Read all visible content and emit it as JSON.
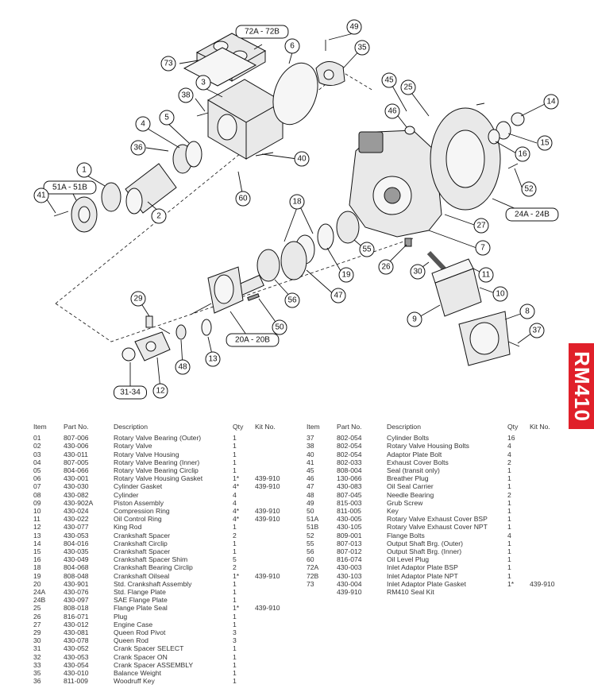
{
  "model_label": "RM410",
  "table_headers": {
    "item": "Item",
    "part_no": "Part No.",
    "description": "Description",
    "qty": "Qty",
    "kit_no": "Kit No."
  },
  "callouts": [
    "72A - 72B",
    "73",
    "6",
    "49",
    "35",
    "3",
    "38",
    "4",
    "5",
    "36",
    "1",
    "51A - 51B",
    "41",
    "2",
    "60",
    "40",
    "45",
    "25",
    "14",
    "46",
    "15",
    "16",
    "52",
    "24A - 24B",
    "27",
    "7",
    "55",
    "18",
    "19",
    "47",
    "56",
    "26",
    "30",
    "11",
    "10",
    "9",
    "8",
    "37",
    "29",
    "50",
    "20A - 20B",
    "13",
    "48",
    "12",
    "31-34"
  ],
  "parts_left": [
    {
      "item": "01",
      "part": "807-006",
      "desc": "Rotary Valve Bearing (Outer)",
      "qty": "1",
      "kit": ""
    },
    {
      "item": "02",
      "part": "430-006",
      "desc": "Rotary Valve",
      "qty": "1",
      "kit": ""
    },
    {
      "item": "03",
      "part": "430-011",
      "desc": "Rotary Valve Housing",
      "qty": "1",
      "kit": ""
    },
    {
      "item": "04",
      "part": "807-005",
      "desc": "Rotary Valve Bearing (Inner)",
      "qty": "1",
      "kit": ""
    },
    {
      "item": "05",
      "part": "804-066",
      "desc": "Rotary Valve Bearing Circlip",
      "qty": "1",
      "kit": ""
    },
    {
      "item": "06",
      "part": "430-001",
      "desc": "Rotary Valve Housing Gasket",
      "qty": "1*",
      "kit": "439-910"
    },
    {
      "item": "07",
      "part": "430-030",
      "desc": "Cylinder Gasket",
      "qty": "4*",
      "kit": "439-910"
    },
    {
      "item": "08",
      "part": "430-082",
      "desc": "Cylinder",
      "qty": "4",
      "kit": ""
    },
    {
      "item": "09",
      "part": "430-902A",
      "desc": "Piston Assembly",
      "qty": "4",
      "kit": ""
    },
    {
      "item": "10",
      "part": "430-024",
      "desc": "Compression Ring",
      "qty": "4*",
      "kit": "439-910"
    },
    {
      "item": "11",
      "part": "430-022",
      "desc": "Oil Control Ring",
      "qty": "4*",
      "kit": "439-910"
    },
    {
      "item": "12",
      "part": "430-077",
      "desc": "King Rod",
      "qty": "1",
      "kit": ""
    },
    {
      "item": "13",
      "part": "430-053",
      "desc": "Crankshaft Spacer",
      "qty": "2",
      "kit": ""
    },
    {
      "item": "14",
      "part": "804-016",
      "desc": "Crankshaft Circlip",
      "qty": "1",
      "kit": ""
    },
    {
      "item": "15",
      "part": "430-035",
      "desc": "Crankshaft Spacer",
      "qty": "1",
      "kit": ""
    },
    {
      "item": "16",
      "part": "430-049",
      "desc": "Crankshaft Spacer Shim",
      "qty": "5",
      "kit": ""
    },
    {
      "item": "18",
      "part": "804-068",
      "desc": "Crankshaft Bearing Circlip",
      "qty": "2",
      "kit": ""
    },
    {
      "item": "19",
      "part": "808-048",
      "desc": "Crankshaft Oilseal",
      "qty": "1*",
      "kit": "439-910"
    },
    {
      "item": "20",
      "part": "430-901",
      "desc": "Std. Crankshaft Assembly",
      "qty": "1",
      "kit": ""
    },
    {
      "item": "24A",
      "part": "430-076",
      "desc": "Std. Flange Plate",
      "qty": "1",
      "kit": ""
    },
    {
      "item": "24B",
      "part": "430-097",
      "desc": "SAE Flange Plate",
      "qty": "1",
      "kit": ""
    },
    {
      "item": "25",
      "part": "808-018",
      "desc": "Flange Plate Seal",
      "qty": "1*",
      "kit": "439-910"
    },
    {
      "item": "26",
      "part": "816-071",
      "desc": "Plug",
      "qty": "1",
      "kit": ""
    },
    {
      "item": "27",
      "part": "430-012",
      "desc": "Engine Case",
      "qty": "1",
      "kit": ""
    },
    {
      "item": "29",
      "part": "430-081",
      "desc": "Queen Rod Pivot",
      "qty": "3",
      "kit": ""
    },
    {
      "item": "30",
      "part": "430-078",
      "desc": "Queen Rod",
      "qty": "3",
      "kit": ""
    },
    {
      "item": "31",
      "part": "430-052",
      "desc": "Crank Spacer SELECT",
      "qty": "1",
      "kit": ""
    },
    {
      "item": "32",
      "part": "430-053",
      "desc": "Crank Spacer ON",
      "qty": "1",
      "kit": ""
    },
    {
      "item": "33",
      "part": "430-054",
      "desc": "Crank Spacer ASSEMBLY",
      "qty": "1",
      "kit": ""
    },
    {
      "item": "35",
      "part": "430-010",
      "desc": "Balance Weight",
      "qty": "1",
      "kit": ""
    },
    {
      "item": "36",
      "part": "811-009",
      "desc": "Woodruff Key",
      "qty": "1",
      "kit": ""
    }
  ],
  "parts_right": [
    {
      "item": "37",
      "part": "802-054",
      "desc": "Cylinder Bolts",
      "qty": "16",
      "kit": ""
    },
    {
      "item": "38",
      "part": "802-054",
      "desc": "Rotary Valve Housing Bolts",
      "qty": "4",
      "kit": ""
    },
    {
      "item": "40",
      "part": "802-054",
      "desc": "Adaptor Plate Bolt",
      "qty": "4",
      "kit": ""
    },
    {
      "item": "41",
      "part": "802-033",
      "desc": "Exhaust Cover Bolts",
      "qty": "2",
      "kit": ""
    },
    {
      "item": "45",
      "part": "808-004",
      "desc": "Seal (transit only)",
      "qty": "1",
      "kit": ""
    },
    {
      "item": "46",
      "part": "130-066",
      "desc": "Breather Plug",
      "qty": "1",
      "kit": ""
    },
    {
      "item": "47",
      "part": "430-083",
      "desc": "Oil Seal Carrier",
      "qty": "1",
      "kit": ""
    },
    {
      "item": "48",
      "part": "807-045",
      "desc": "Needle Bearing",
      "qty": "2",
      "kit": ""
    },
    {
      "item": "49",
      "part": "815-003",
      "desc": "Grub Screw",
      "qty": "1",
      "kit": ""
    },
    {
      "item": "50",
      "part": "811-005",
      "desc": "Key",
      "qty": "1",
      "kit": ""
    },
    {
      "item": "51A",
      "part": "430-005",
      "desc": "Rotary Valve Exhaust Cover BSP",
      "qty": "1",
      "kit": ""
    },
    {
      "item": "51B",
      "part": "430-105",
      "desc": "Rotary Valve Exhaust Cover NPT",
      "qty": "1",
      "kit": ""
    },
    {
      "item": "52",
      "part": "809-001",
      "desc": "Flange Bolts",
      "qty": "4",
      "kit": ""
    },
    {
      "item": "55",
      "part": "807-013",
      "desc": "Output Shaft Brg. (Outer)",
      "qty": "1",
      "kit": ""
    },
    {
      "item": "56",
      "part": "807-012",
      "desc": "Output Shaft Brg. (Inner)",
      "qty": "1",
      "kit": ""
    },
    {
      "item": "60",
      "part": "816-074",
      "desc": "Oil Level Plug",
      "qty": "1",
      "kit": ""
    },
    {
      "item": "72A",
      "part": "430-003",
      "desc": "Inlet Adaptor Plate BSP",
      "qty": "1",
      "kit": ""
    },
    {
      "item": "72B",
      "part": "430-103",
      "desc": "Inlet Adaptor Plate NPT",
      "qty": "1",
      "kit": ""
    },
    {
      "item": "73",
      "part": "430-004",
      "desc": "Inlet Adaptor Plate Gasket",
      "qty": "1*",
      "kit": "439-910"
    },
    {
      "item": "",
      "part": "439-910",
      "desc": "RM410 Seal Kit",
      "qty": "",
      "kit": ""
    }
  ]
}
